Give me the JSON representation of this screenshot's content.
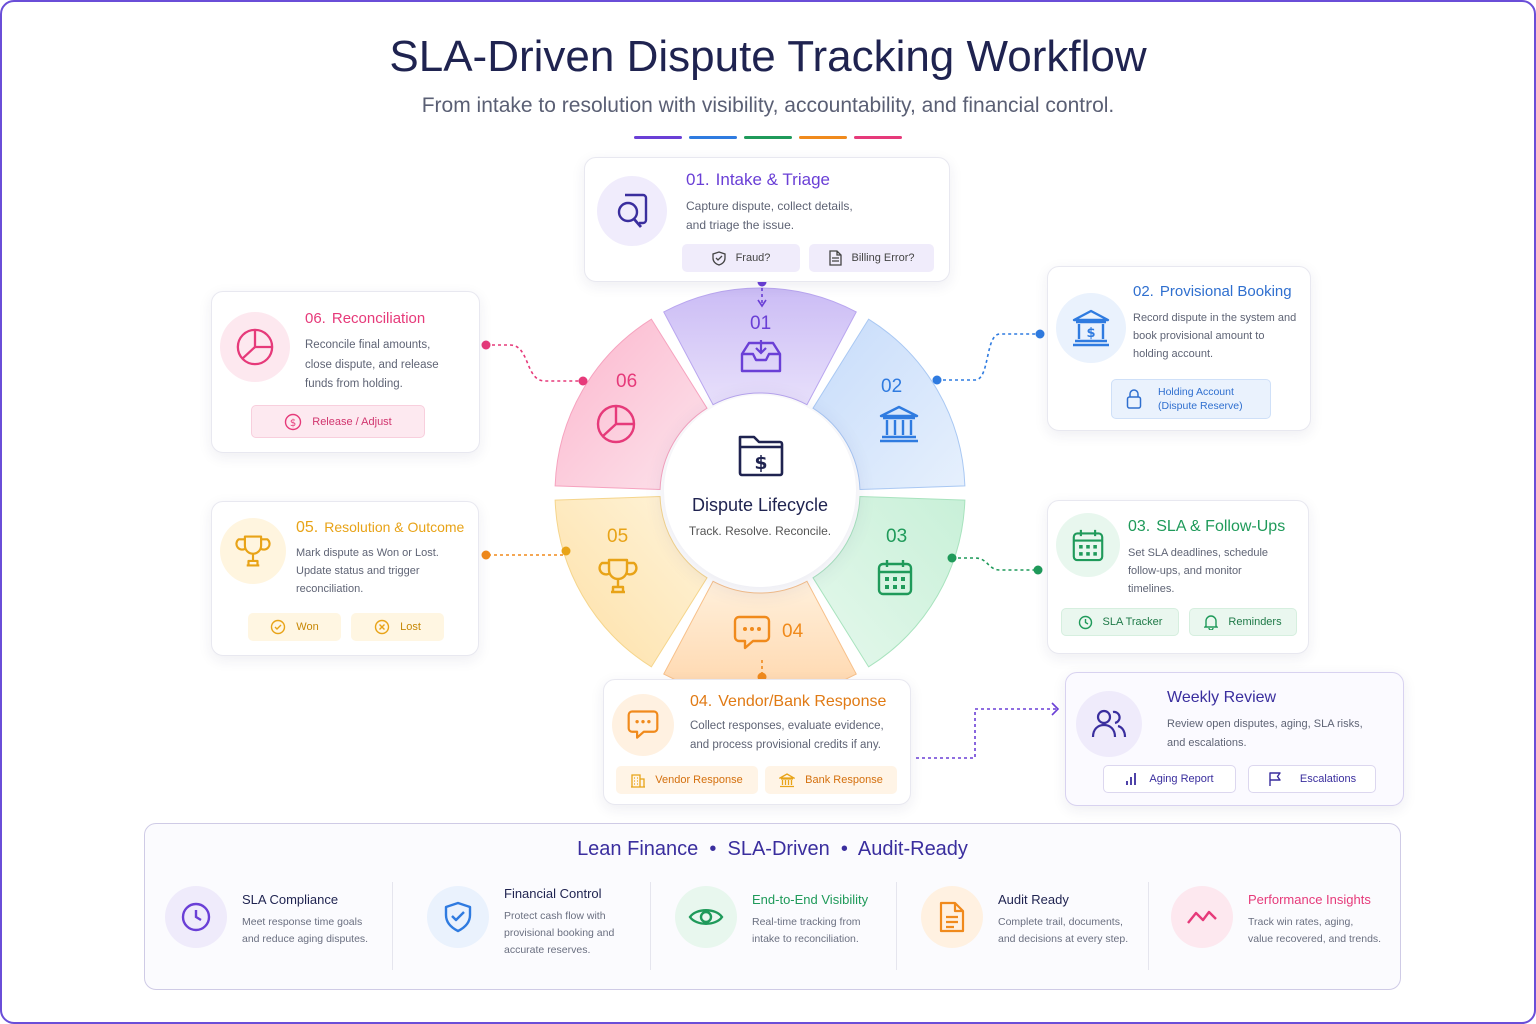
{
  "header": {
    "title": "SLA-Driven Dispute Tracking Workflow",
    "subtitle": "From intake to resolution with visibility, accountability, and financial control."
  },
  "colors": {
    "purple": "#6a3fd6",
    "blue": "#2f7be0",
    "green": "#1f9a5a",
    "orange": "#f08a1c",
    "pink": "#e63a7a",
    "gold": "#e8a317",
    "navy": "#1f2350"
  },
  "center": {
    "title": "Dispute Lifecycle",
    "subtitle": "Track. Resolve. Reconcile."
  },
  "segments": [
    {
      "num": "01",
      "icon": "inbox-icon"
    },
    {
      "num": "02",
      "icon": "bank-icon"
    },
    {
      "num": "03",
      "icon": "calendar-icon"
    },
    {
      "num": "04",
      "icon": "chat-icon"
    },
    {
      "num": "05",
      "icon": "trophy-icon"
    },
    {
      "num": "06",
      "icon": "pie-chart-icon"
    }
  ],
  "steps": {
    "intake": {
      "num": "01.",
      "title": "Intake & Triage",
      "icon": "search-document-icon",
      "desc": [
        "Capture dispute, collect details,",
        "and triage the issue."
      ],
      "chips": [
        {
          "label": "Fraud?",
          "icon": "shield-check-icon"
        },
        {
          "label": "Billing Error?",
          "icon": "document-icon"
        }
      ]
    },
    "provisional": {
      "num": "02.",
      "title": "Provisional Booking",
      "icon": "bank-icon",
      "desc": [
        "Record dispute in the system and",
        "book provisional amount to",
        "holding account."
      ],
      "chips": [
        {
          "label_lines": [
            "Holding Account",
            "(Dispute Reserve)"
          ],
          "icon": "lock-icon"
        }
      ]
    },
    "sla": {
      "num": "03.",
      "title": "SLA & Follow-Ups",
      "icon": "calendar-icon",
      "desc": [
        "Set SLA deadlines, schedule",
        "follow-ups, and monitor",
        "timelines."
      ],
      "chips": [
        {
          "label": "SLA Tracker",
          "icon": "clock-icon"
        },
        {
          "label": "Reminders",
          "icon": "bell-icon"
        }
      ]
    },
    "response": {
      "num": "04.",
      "title": "Vendor/Bank Response",
      "icon": "chat-icon",
      "desc": [
        "Collect responses, evaluate evidence,",
        "and process provisional credits if any."
      ],
      "chips": [
        {
          "label": "Vendor Response",
          "icon": "building-icon"
        },
        {
          "label": "Bank Response",
          "icon": "bank-icon"
        }
      ]
    },
    "resolution": {
      "num": "05.",
      "title": "Resolution & Outcome",
      "icon": "trophy-icon",
      "desc": [
        "Mark dispute as Won or Lost.",
        "Update status and trigger",
        "reconciliation."
      ],
      "chips": [
        {
          "label": "Won",
          "icon": "check-circle-icon"
        },
        {
          "label": "Lost",
          "icon": "x-circle-icon"
        }
      ]
    },
    "reconciliation": {
      "num": "06.",
      "title": "Reconciliation",
      "icon": "pie-chart-icon",
      "desc": [
        "Reconcile final amounts,",
        "close dispute, and release",
        "funds from holding."
      ],
      "chips": [
        {
          "label": "Release / Adjust",
          "icon": "dollar-circle-icon"
        }
      ]
    },
    "weekly": {
      "title": "Weekly Review",
      "icon": "users-icon",
      "desc": [
        "Review open disputes, aging, SLA risks,",
        "and escalations."
      ],
      "chips": [
        {
          "label": "Aging Report",
          "icon": "bar-chart-icon"
        },
        {
          "label": "Escalations",
          "icon": "flag-icon"
        }
      ]
    }
  },
  "bottom": {
    "tagline": "Lean Finance  •  SLA-Driven  •  Audit-Ready",
    "features": [
      {
        "title": "SLA Compliance",
        "desc": [
          "Meet response time goals",
          "and reduce aging disputes."
        ],
        "icon": "clock-icon"
      },
      {
        "title": "Financial Control",
        "desc": [
          "Protect cash flow with",
          "provisional booking and",
          "accurate reserves."
        ],
        "icon": "shield-check-icon"
      },
      {
        "title": "End-to-End Visibility",
        "desc": [
          "Real-time tracking from",
          "intake to reconciliation."
        ],
        "icon": "eye-icon"
      },
      {
        "title": "Audit Ready",
        "desc": [
          "Complete trail, documents,",
          "and decisions at every step."
        ],
        "icon": "document-icon"
      },
      {
        "title": "Performance Insights",
        "desc": [
          "Track win rates, aging,",
          "value recovered, and trends."
        ],
        "icon": "trend-line-icon"
      }
    ]
  }
}
